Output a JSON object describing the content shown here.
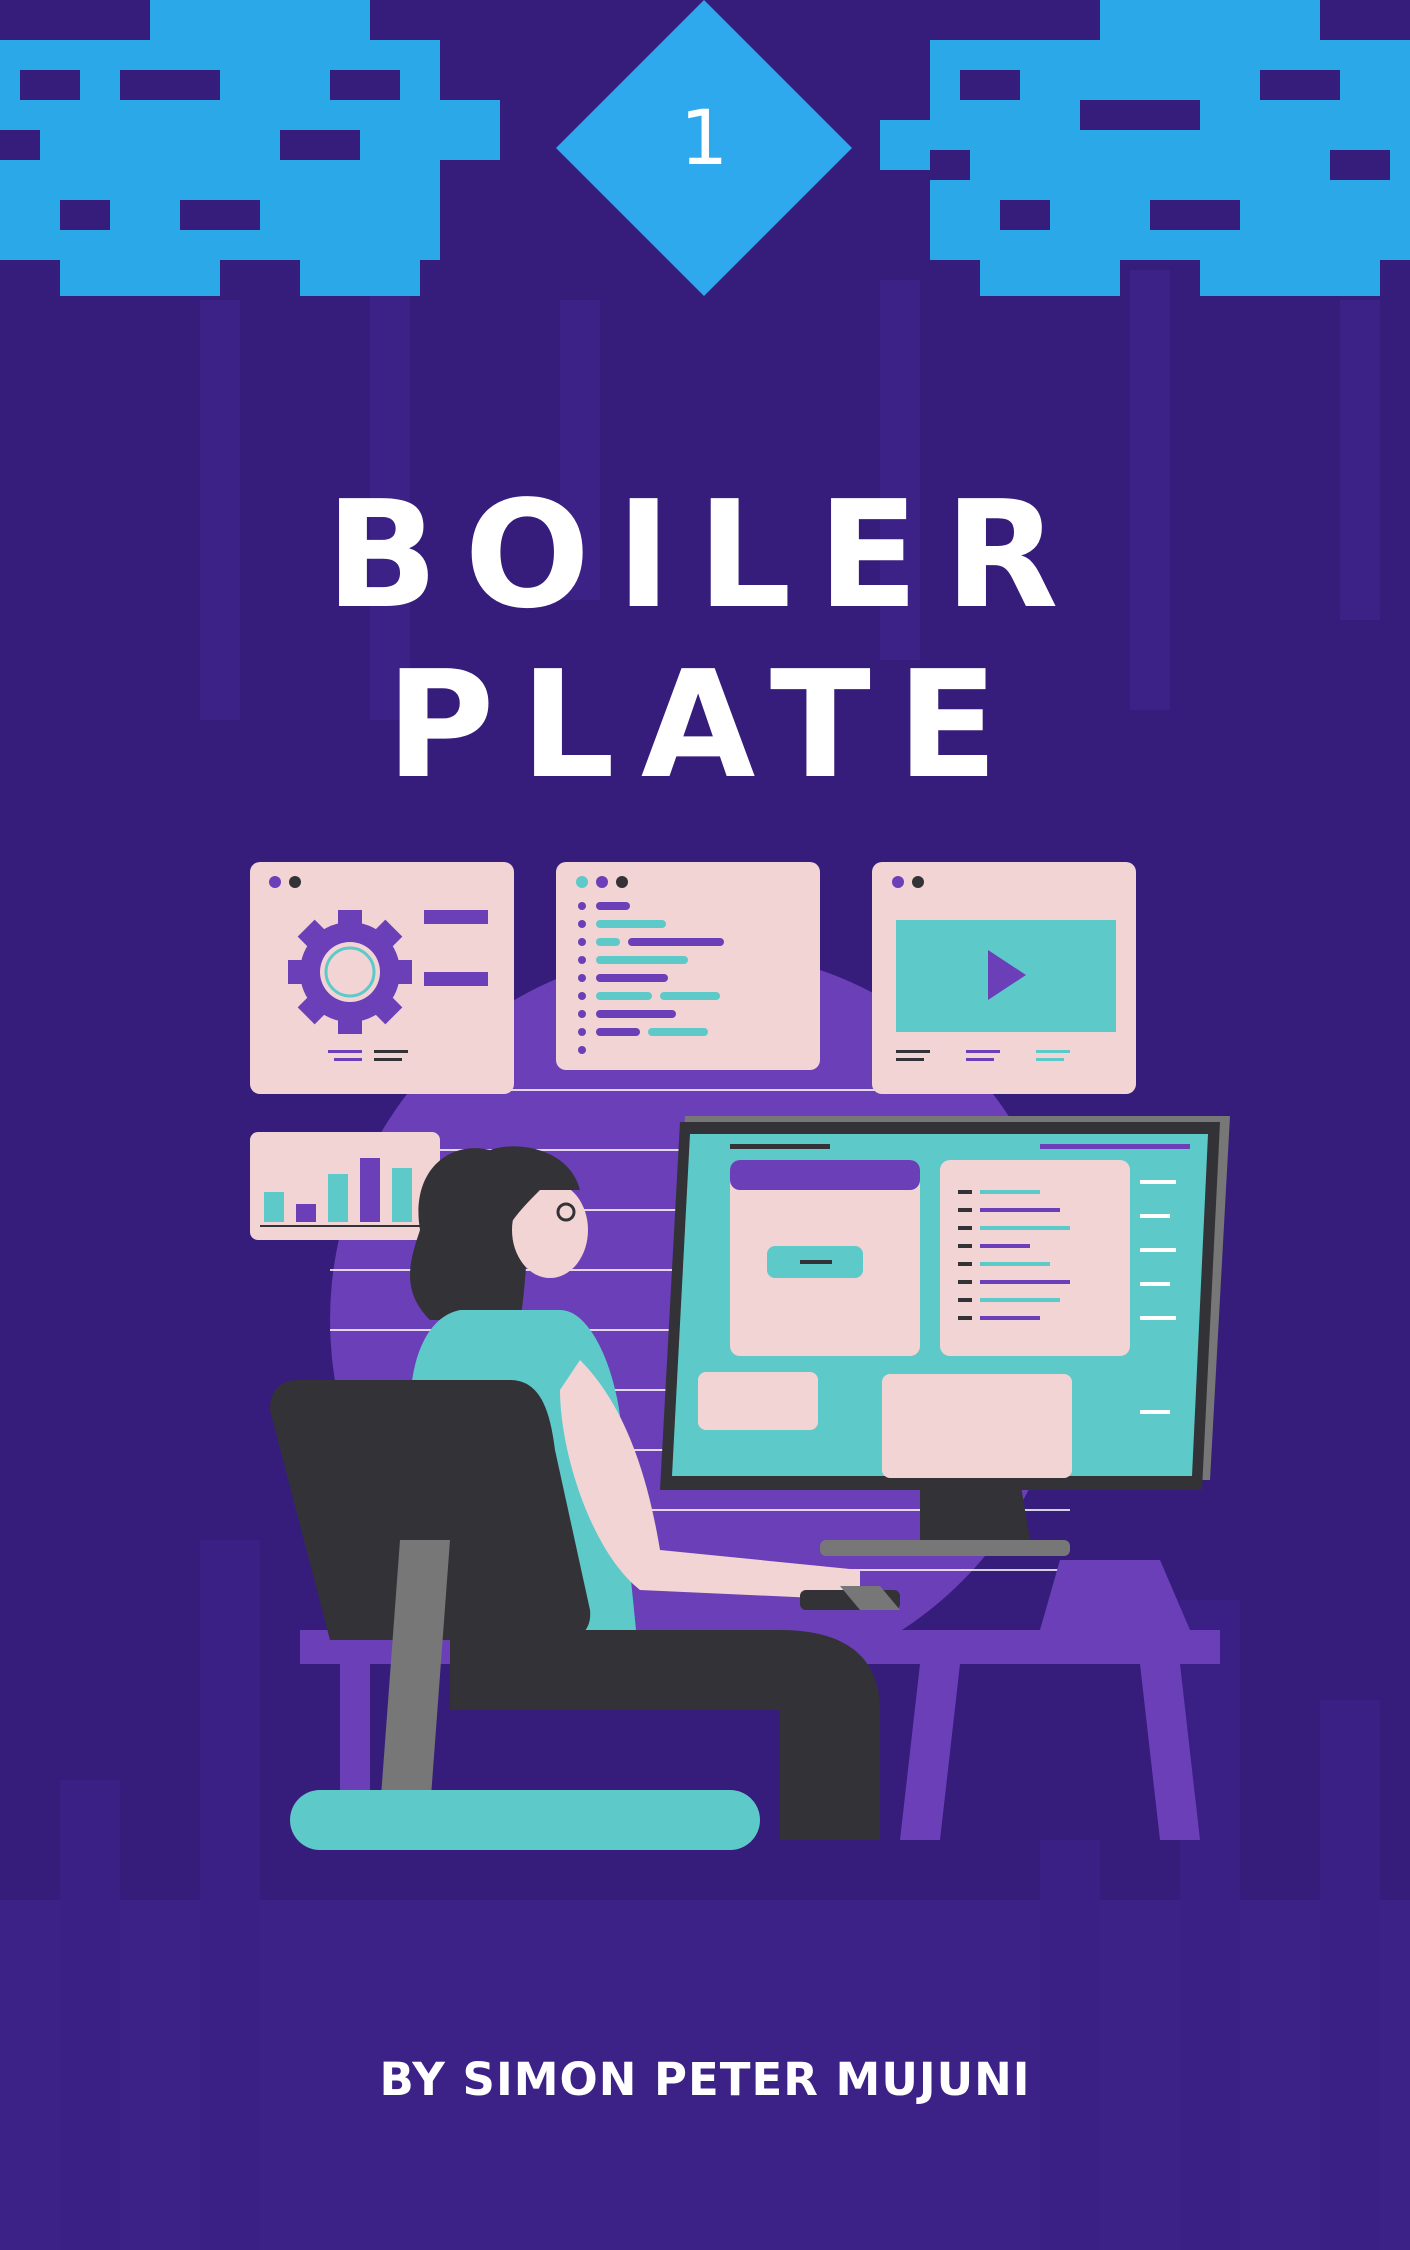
{
  "cover": {
    "badge_number": "1",
    "title": "BOILER PLATE",
    "author": "BY SIMON PETER MUJUNI"
  },
  "colors": {
    "background": "#361d7c",
    "pixel_blue": "#2aa8e8",
    "badge": "#2fa9ee",
    "panel_pink": "#f2d4d4",
    "accent_purple": "#6a3fb8",
    "teal": "#5ec9c9",
    "dark": "#333337"
  },
  "icons": [
    "gear-icon",
    "play-icon",
    "code-lines-icon",
    "bar-chart-icon"
  ]
}
